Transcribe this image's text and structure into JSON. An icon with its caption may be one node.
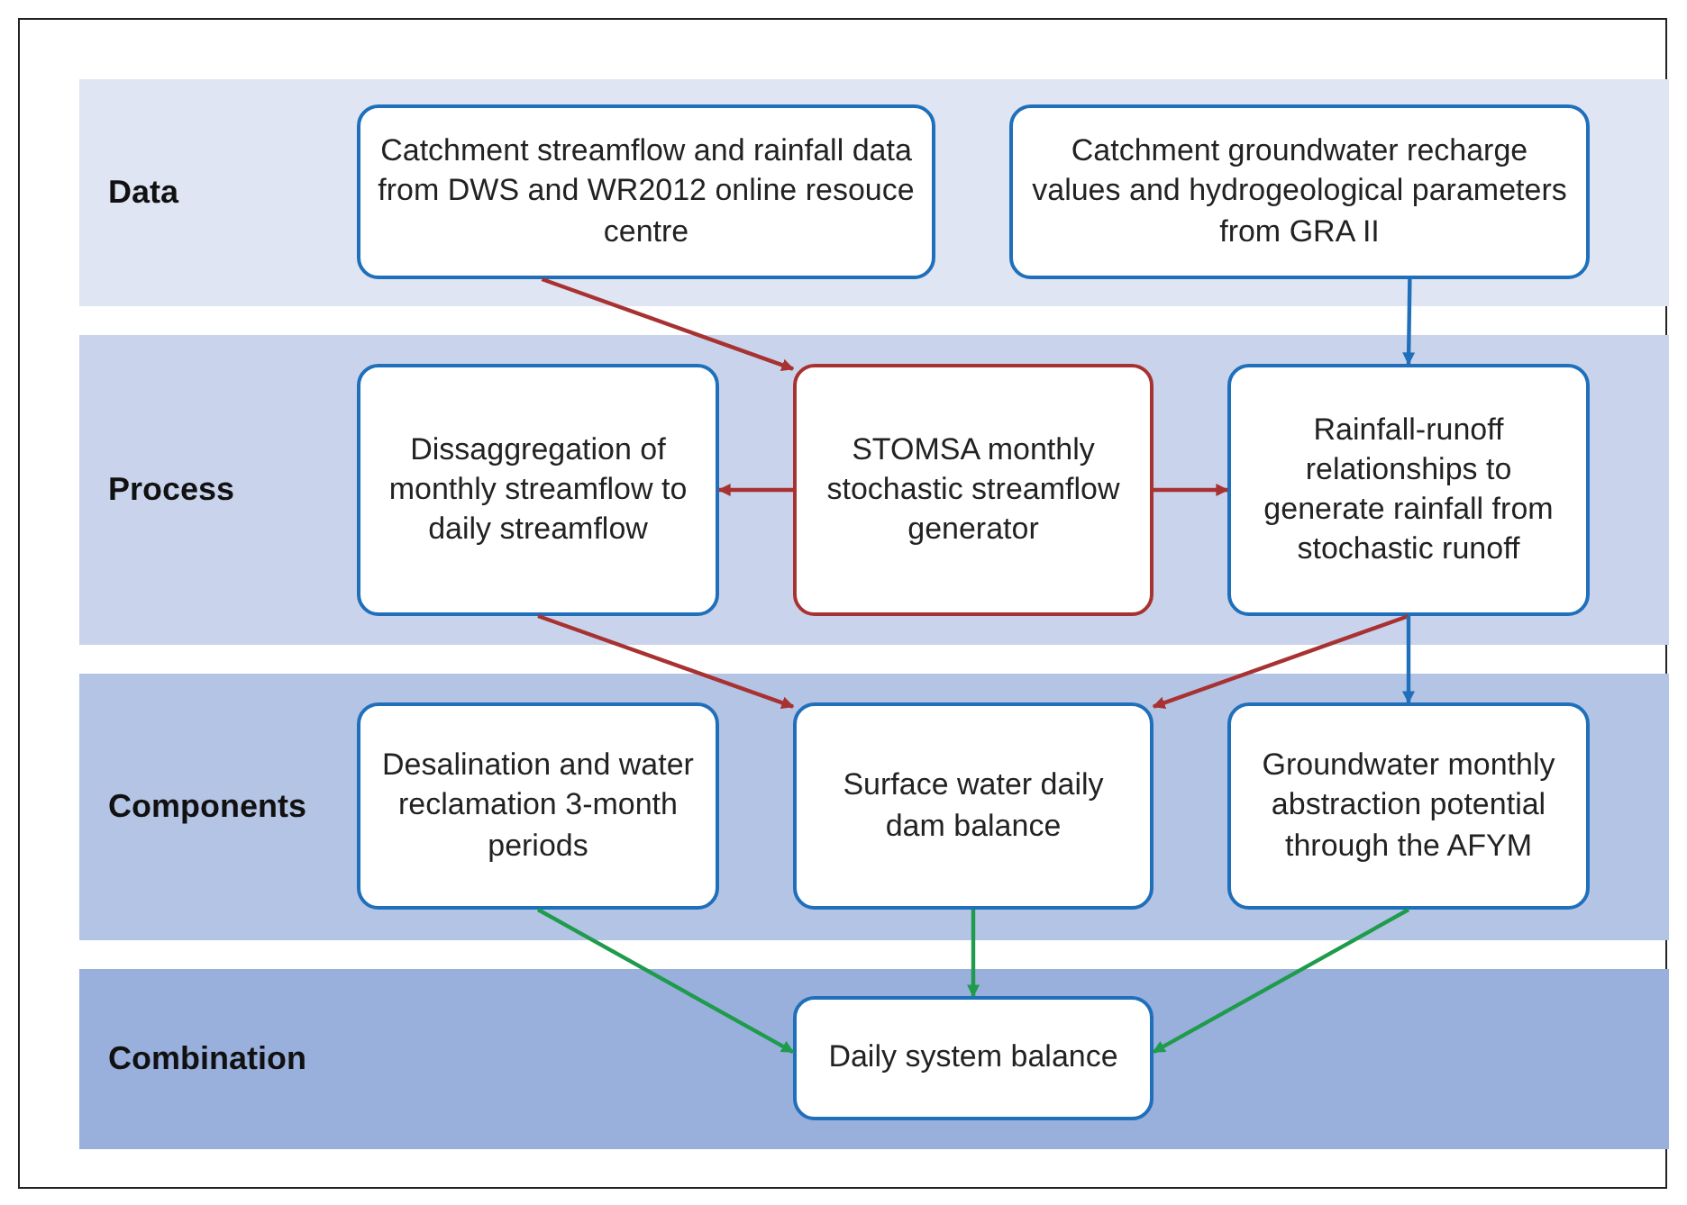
{
  "diagram": {
    "nodes": [
      {
        "text": [
          "Data"
        ]
      },
      {
        "text": [
          "Catchment streamflow and rainfall data from DWS and WR2012 online resouce centre"
        ],
        "in": 0
      },
      {
        "text": [
          "Catchment groundwater recharge values and hydrogeological parameters from GRA II"
        ],
        "in": 0
      },
      {
        "text": [
          "Process"
        ]
      },
      {
        "text": [
          "Dissaggregation of monthly streamflow to daily streamflow"
        ],
        "in": 3
      },
      {
        "text": [
          "STOMSA monthly stochastic streamflow generator"
        ],
        "in": 3
      },
      {
        "text": [
          "Rainfall-runoff relationships to generate rainfall from stochastic runoff"
        ],
        "in": 3
      },
      {
        "text": [
          "Components"
        ]
      },
      {
        "text": [
          "Desalination and water reclamation 3-month periods"
        ],
        "in": 7
      },
      {
        "text": [
          "Surface water daily dam balance"
        ],
        "in": 7
      },
      {
        "text": [
          "Groundwater monthly abstraction potential through the AFYM"
        ],
        "in": 7
      },
      {
        "text": [
          "Combination"
        ]
      },
      {
        "text": [
          "Daily system balance"
        ],
        "in": 11
      }
    ],
    "edges": [
      {
        "from": 1,
        "to": 5,
        "arrow": "to"
      },
      {
        "from": 2,
        "to": 6,
        "arrow": "to",
        "color": "#1f6fba"
      },
      {
        "from": 5,
        "to": 4,
        "arrow": "to"
      },
      {
        "from": 5,
        "to": 6,
        "arrow": "to"
      },
      {
        "from": 4,
        "to": 9,
        "arrow": "to"
      },
      {
        "from": 6,
        "to": 9,
        "arrow": "to"
      },
      {
        "from": 6,
        "to": 10,
        "arrow": "to",
        "color": "#1f6fba"
      },
      {
        "from": 8,
        "to": 12,
        "arrow": "to",
        "color": "#1e9b4b"
      },
      {
        "from": 9,
        "to": 12,
        "arrow": "to",
        "color": "#1e9b4b"
      },
      {
        "from": 10,
        "to": 12,
        "arrow": "to",
        "color": "#1e9b4b"
      }
    ]
  }
}
